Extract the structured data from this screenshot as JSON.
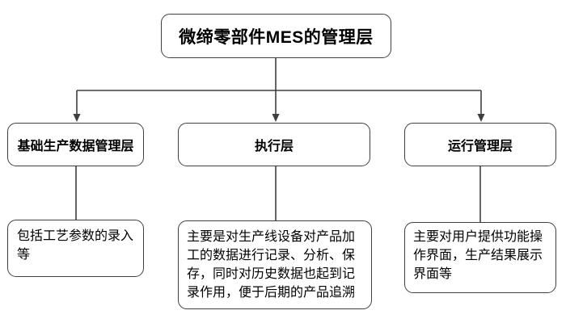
{
  "diagram": {
    "root": {
      "label": "微缔零部件MES的管理层"
    },
    "branches": [
      {
        "header": "基础生产数据管理层",
        "description": "包括工艺参数的录入等"
      },
      {
        "header": "执行层",
        "description": "主要是对生产线设备对产品加工的数据进行记录、分析、保存，同时对历史数据也起到记录作用，便于后期的产品追溯"
      },
      {
        "header": "运行管理层",
        "description": "主要对用户提供功能操作界面，生产结果展示界面等"
      }
    ],
    "colors": {
      "box_border": "#3f3f3f",
      "connector": "#3f3f3f",
      "background": "#ffffff",
      "text": "#000000"
    }
  }
}
